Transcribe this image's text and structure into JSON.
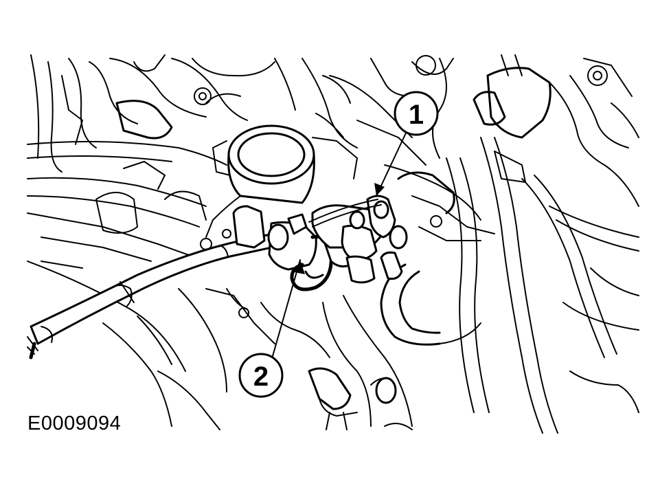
{
  "callouts": [
    {
      "number": "1",
      "target": "throttle-cable-end"
    },
    {
      "number": "2",
      "target": "throttle-cable-bracket-clip"
    }
  ],
  "figure_id": "E0009094",
  "colors": {
    "line": "#000000",
    "background": "#ffffff"
  }
}
